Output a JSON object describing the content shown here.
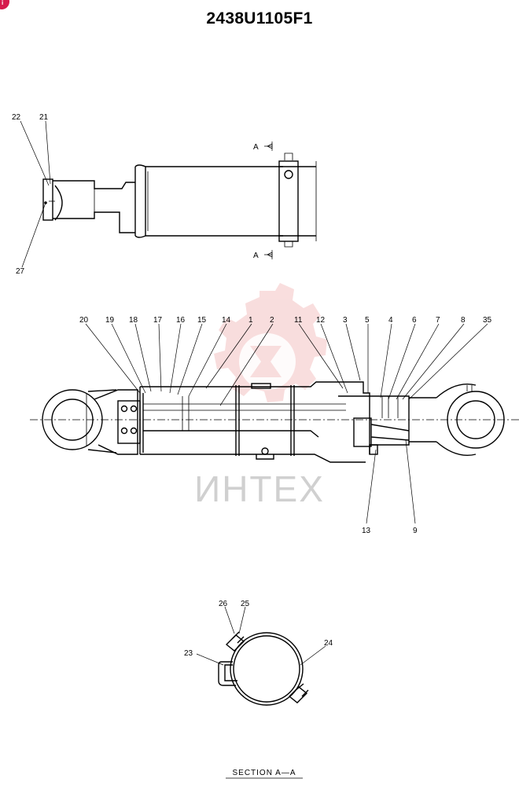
{
  "title": "2438U1105F1",
  "badge": "i",
  "section_label": "SECTION A—A",
  "section_marker": "A",
  "watermark": "ИНТЕХ",
  "callouts": {
    "top": [
      "22",
      "21",
      "27"
    ],
    "main_top": [
      "20",
      "19",
      "18",
      "17",
      "16",
      "15",
      "14",
      "1",
      "2",
      "11",
      "12",
      "3",
      "5",
      "4",
      "6",
      "7",
      "8",
      "35"
    ],
    "main_bottom": [
      "13",
      "9"
    ],
    "section": [
      "26",
      "25",
      "24",
      "23"
    ]
  },
  "colors": {
    "watermark": "#f2b8b8",
    "badge": "#d61a4c",
    "ink": "#000000"
  }
}
